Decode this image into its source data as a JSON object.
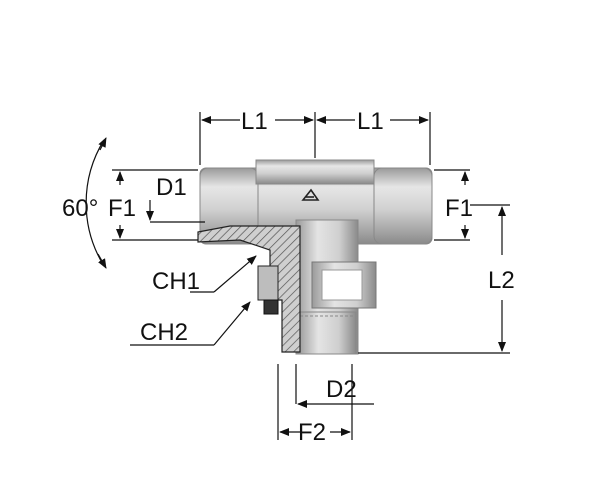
{
  "labels": {
    "l1_left": "L1",
    "l1_right": "L1",
    "d1": "D1",
    "angle": "60°",
    "f1_left": "F1",
    "f1_right": "F1",
    "l2": "L2",
    "ch1": "CH1",
    "ch2": "CH2",
    "d2": "D2",
    "f2": "F2"
  },
  "logo_mark": "brand-logo",
  "colors": {
    "body_light": "#d6d6d6",
    "body_mid": "#bdbdbd",
    "body_dark": "#8e8e8e",
    "hatch": "#444444",
    "line": "#111111"
  }
}
